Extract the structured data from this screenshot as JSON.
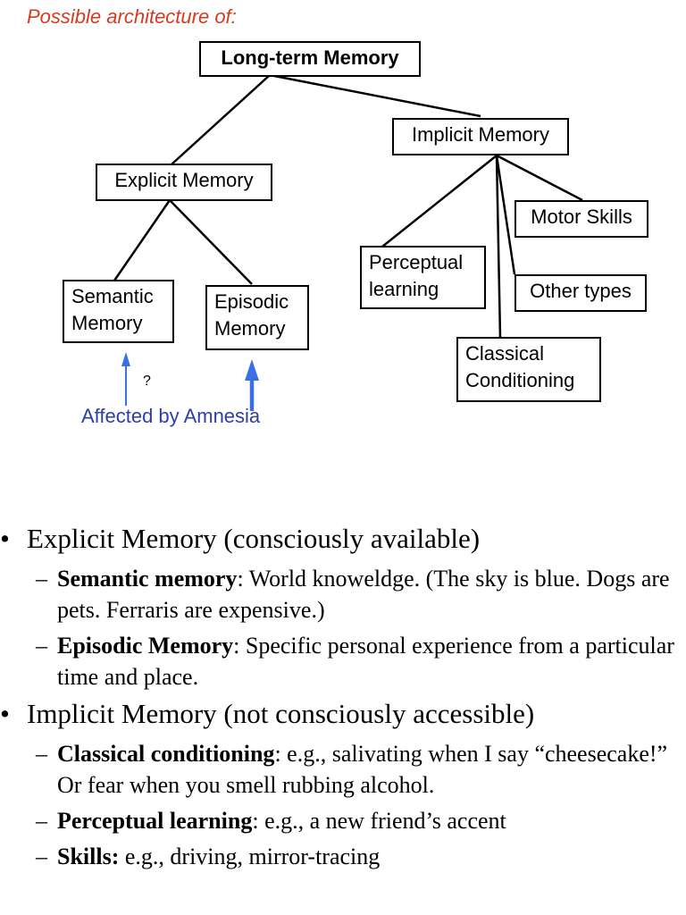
{
  "caption": "Possible architecture of:",
  "diagram": {
    "root": "Long-term Memory",
    "explicit": "Explicit Memory",
    "implicit": "Implicit Memory",
    "semantic": [
      "Semantic",
      "Memory"
    ],
    "episodic": [
      "Episodic",
      "Memory"
    ],
    "perceptual": [
      "Perceptual",
      "learning"
    ],
    "classical": [
      "Classical",
      "Conditioning"
    ],
    "motor": "Motor Skills",
    "other": "Other types",
    "question_mark": "?",
    "amnesia_label": "Affected by Amnesia",
    "arrow_color": "#3b6fe6",
    "amnesia_color": "#2c3fa8",
    "caption_color": "#d63a1f"
  },
  "notes": {
    "bullet_glyph": "•",
    "dash_glyph": "–",
    "explicit": {
      "heading": "Explicit Memory (consciously available)",
      "items": [
        {
          "term": "Semantic memory",
          "sep": ":",
          "text": " World knoweldge. (The sky is blue. Dogs are pets. Ferraris are expensive.)"
        },
        {
          "term": "Episodic Memory",
          "sep": ":",
          "text": " Specific personal experience from a particular time and place."
        }
      ]
    },
    "implicit": {
      "heading": "Implicit Memory (not consciously accessible)",
      "items": [
        {
          "term": "Classical conditioning",
          "sep": ":",
          "text": " e.g., salivating when I say “cheesecake!” Or fear when you smell rubbing alcohol."
        },
        {
          "term": "Perceptual learning",
          "sep": ":",
          "text": " e.g., a new friend’s accent"
        },
        {
          "term": "Skills:",
          "sep": "",
          "text": " e.g., driving, mirror-tracing"
        }
      ]
    }
  }
}
